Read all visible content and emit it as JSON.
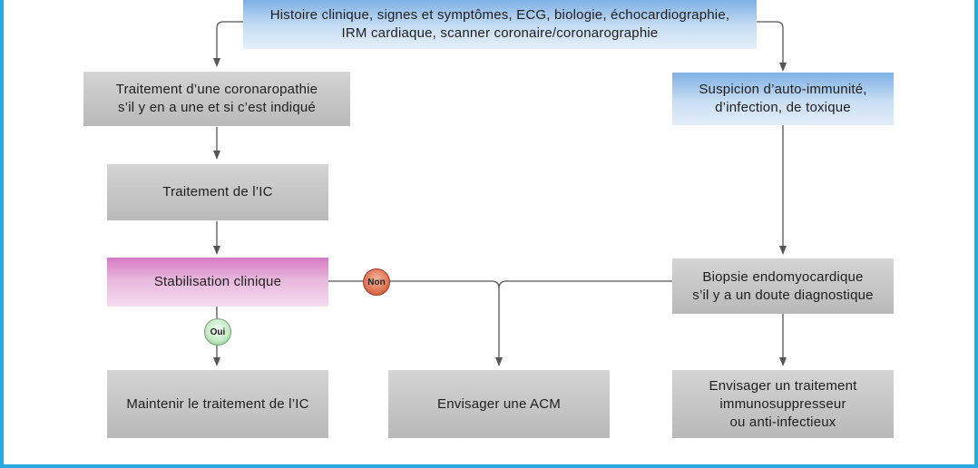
{
  "nodes": {
    "top": "Histoire clinique, signes et symptômes, ECG, biologie, échocardiographie,\nIRM cardiaque, scanner coronaire/coronarographie",
    "coronary": "Traitement d’une coronaropathie\ns’il y en a une et si c’est indiqué",
    "autoimmune": "Suspicion d’auto-immunité,\nd’infection, de toxique",
    "ic_treatment": "Traitement de l’IC",
    "stabilisation": "Stabilisation clinique",
    "biopsy": "Biopsie endomyocardique\ns’il y a un doute diagnostique",
    "maintain": "Maintenir le traitement de l’IC",
    "acm": "Envisager une ACM",
    "immuno": "Envisager un traitement\nimmunosuppresseur\nou anti-infectieux"
  },
  "badges": {
    "non": "Non",
    "oui": "Oui"
  },
  "colors": {
    "frame": "#29a9df",
    "connector": "#555555",
    "badge_non": "#e07a5a",
    "badge_oui": "#c8ebc8"
  }
}
